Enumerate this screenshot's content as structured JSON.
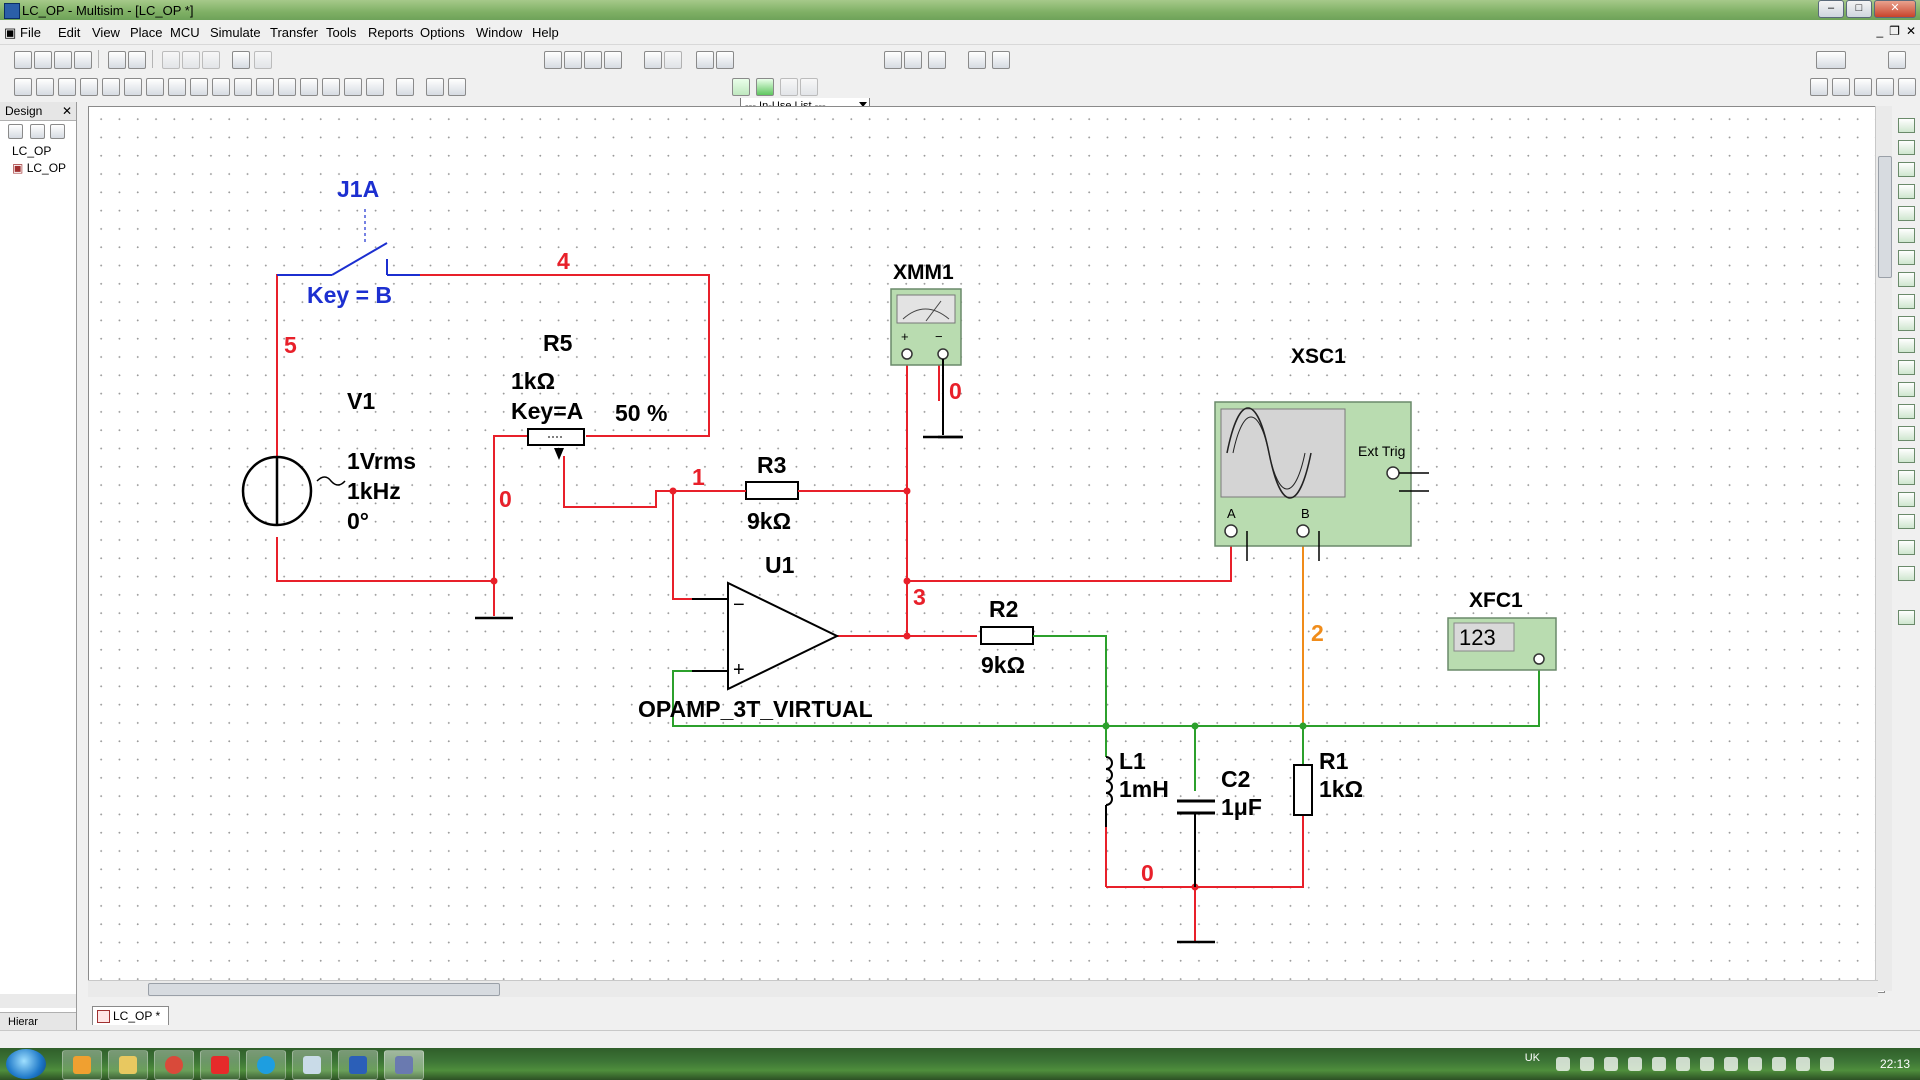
{
  "window": {
    "title": "LC_OP - Multisim - [LC_OP *]"
  },
  "menu": [
    "File",
    "Edit",
    "View",
    "Place",
    "MCU",
    "Simulate",
    "Transfer",
    "Tools",
    "Reports",
    "Options",
    "Window",
    "Help"
  ],
  "toolbar": {
    "in_use_list": "--- In-Use List ---"
  },
  "design_panel": {
    "title": "Design",
    "tree": [
      "LC_OP",
      "LC_OP"
    ],
    "hier_tab": "Hierar"
  },
  "document_tab": "LC_OP *",
  "schematic": {
    "switch": {
      "ref": "J1A",
      "key": "Key = B"
    },
    "source": {
      "ref": "V1",
      "amplitude": "1Vrms",
      "frequency": "1kHz",
      "phase": "0°"
    },
    "potentiometer": {
      "ref": "R5",
      "value": "1kΩ",
      "key": "Key=A",
      "setting": "50 %"
    },
    "multimeter": {
      "ref": "XMM1"
    },
    "oscilloscope": {
      "ref": "XSC1",
      "ext_trig": "Ext Trig",
      "channel_a": "A",
      "channel_b": "B"
    },
    "counter": {
      "ref": "XFC1",
      "display": "123"
    },
    "r3": {
      "ref": "R3",
      "value": "9kΩ"
    },
    "r2": {
      "ref": "R2",
      "value": "9kΩ"
    },
    "opamp": {
      "ref": "U1",
      "model": "OPAMP_3T_VIRTUAL",
      "minus": "−",
      "plus": "+"
    },
    "l1": {
      "ref": "L1",
      "value": "1mH"
    },
    "c2": {
      "ref": "C2",
      "value": "1μF"
    },
    "r1": {
      "ref": "R1",
      "value": "1kΩ"
    },
    "nets": {
      "n4": "4",
      "n5": "5",
      "n0a": "0",
      "n0b": "0",
      "n0c": "0",
      "n1": "1",
      "n3": "3",
      "n2": "2"
    }
  },
  "taskbar": {
    "language": "UK",
    "clock": "22:13"
  },
  "colors": {
    "wire_red": "#e8202a",
    "wire_green": "#2ca02c",
    "wire_orange": "#f08c1a",
    "switch_blue": "#1c2fd0",
    "instrument_bg": "#b9dcb0"
  }
}
